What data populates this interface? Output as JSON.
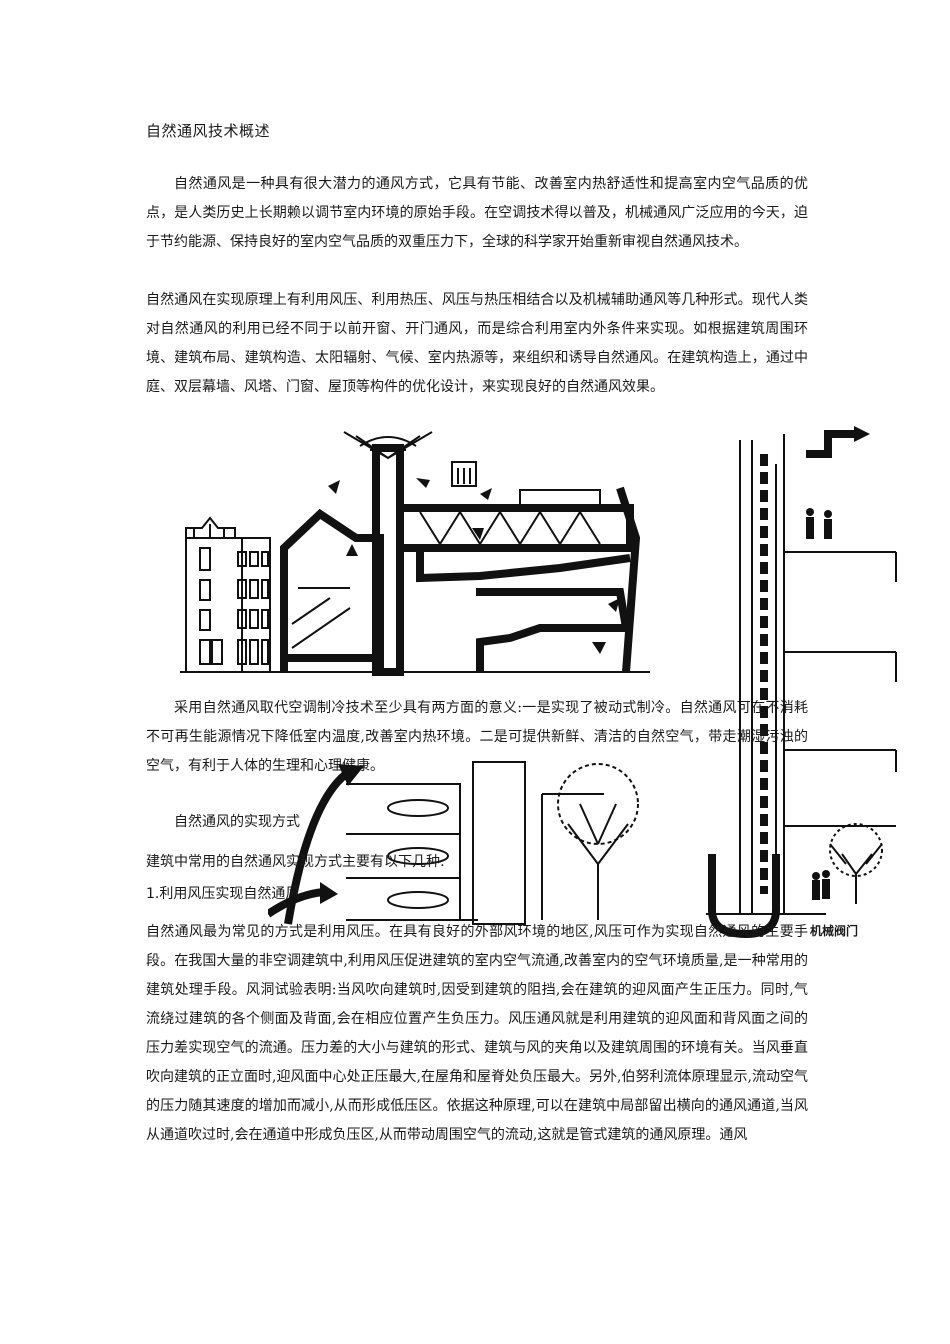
{
  "document": {
    "title": "自然通风技术概述",
    "para1": "自然通风是一种具有很大潜力的通风方式，它具有节能、改善室内热舒适性和提高室内空气品质的优点，是人类历史上长期赖以调节室内环境的原始手段。在空调技术得以普及，机械通风广泛应用的今天，迫于节约能源、保持良好的室内空气品质的双重压力下，全球的科学家开始重新审视自然通风技术。",
    "para2": "自然通风在实现原理上有利用风压、利用热压、风压与热压相结合以及机械辅助通风等几种形式。现代人类对自然通风的利用已经不同于以前开窗、开门通风，而是综合利用室内外条件来实现。如根据建筑周围环境、建筑布局、建筑构造、太阳辐射、气候、室内热源等，来组织和诱导自然通风。在建筑构造上，通过中庭、双层幕墙、风塔、门窗、屋顶等构件的优化设计，来实现良好的自然通风效果。",
    "para3": "采用自然通风取代空调制冷技术至少具有两方面的意义:一是实现了被动式制冷。自然通风可在不消耗不可再生能源情况下降低室内温度,改善室内热环境。二是可提供新鲜、清洁的自然空气，带走潮湿污浊的空气，有利于人体的生理和心理健康。",
    "heading_methods": "自然通风的实现方式",
    "intro_methods": "建筑中常用的自然通风实现方式主要有以下几种:",
    "heading_wind": "1.利用风压实现自然通风",
    "para4": "自然通风最为常见的方式是利用风压。在具有良好的外部风环境的地区,风压可作为实现自然通风的主要手段。在我国大量的非空调建筑中,利用风压促进建筑的室内空气流通,改善室内的空气环境质量,是一种常用的建筑处理手段。风洞试验表明:当风吹向建筑时,因受到建筑的阻挡,会在建筑的迎风面产生正压力。同时,气流绕过建筑的各个侧面及背面,会在相应位置产生负压力。风压通风就是利用建筑的迎风面和背风面之间的压力差实现空气的流通。压力差的大小与建筑的形式、建筑与风的夹角以及建筑周围的环境有关。当风垂直吹向建筑的正立面时,迎风面中心处正压最大,在屋角和屋脊处负压最大。另外,伯努利流体原理显示,流动空气的压力随其速度的增加而减小,从而形成低压区。依据这种原理,可以在建筑中局部留出横向的通风通道,当风从通道吹过时,会在通道中形成负压区,从而带动周围空气的流动,这就是管式建筑的通风原理。通风"
  },
  "figure_labels": {
    "mechanical_valve": "机械阀门"
  }
}
